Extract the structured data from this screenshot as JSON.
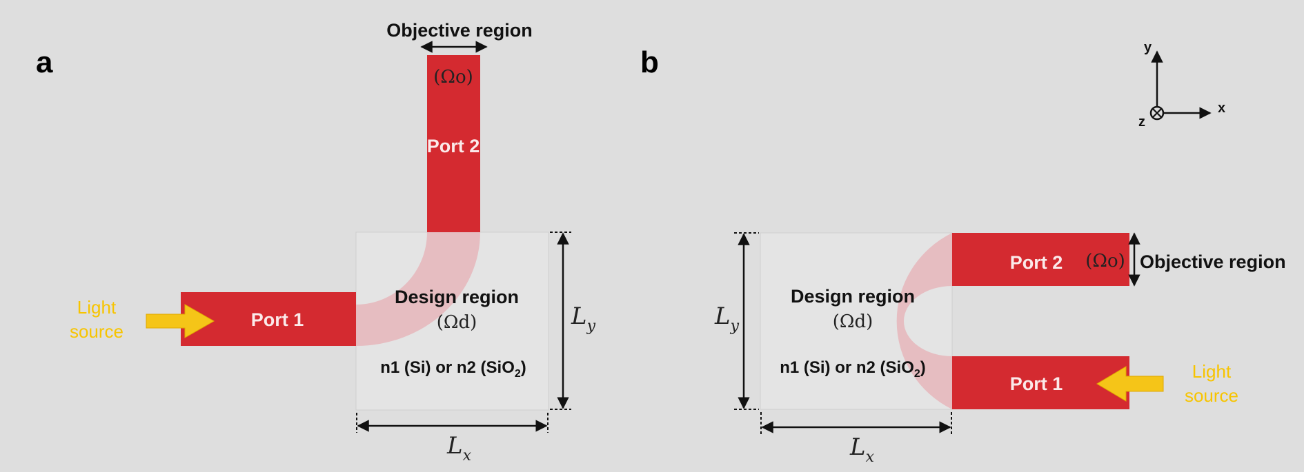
{
  "colors": {
    "waveguide": "#d42a30",
    "design_region": "#e4e4e4",
    "arrow": "#f5c518",
    "light_text": "#f7c400",
    "background": "#dedede"
  },
  "panel_a": {
    "letter": "a",
    "objective_region": "Objective region",
    "objective_symbol": "(Ωo)",
    "port2": "Port 2",
    "port1": "Port 1",
    "design_region": "Design region",
    "design_symbol": "(Ωd)",
    "material_prefix": "n1 (Si) or n2 (SiO",
    "material_sub": "2",
    "material_suffix": ")",
    "light_line1": "Light",
    "light_line2": "source",
    "ly_main": "L",
    "ly_sub": "y",
    "lx_main": "L",
    "lx_sub": "x"
  },
  "panel_b": {
    "letter": "b",
    "objective_region": "Objective region",
    "objective_symbol": "(Ωo)",
    "port2": "Port 2",
    "port1": "Port 1",
    "design_region": "Design region",
    "design_symbol": "(Ωd)",
    "material_prefix": "n1 (Si) or n2 (SiO",
    "material_sub": "2",
    "material_suffix": ")",
    "light_line1": "Light",
    "light_line2": "source",
    "ly_main": "L",
    "ly_sub": "y",
    "lx_main": "L",
    "lx_sub": "x"
  },
  "axes": {
    "x": "x",
    "y": "y",
    "z": "z"
  }
}
